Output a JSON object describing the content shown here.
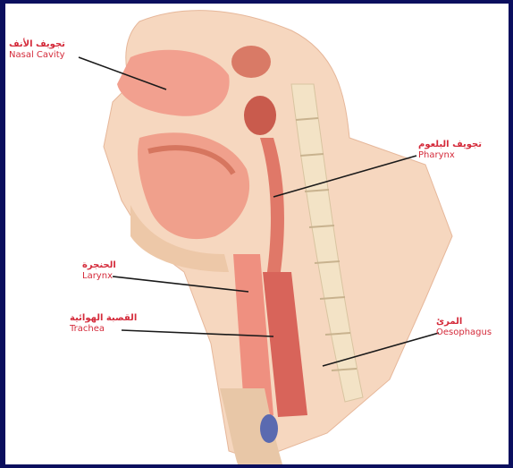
{
  "labels": {
    "nasal": {
      "ar": "تجويف الأنف",
      "en": "Nasal Cavity"
    },
    "pharynx": {
      "ar": "تجويف البلعوم",
      "en": "Pharynx"
    },
    "larynx": {
      "ar": "الحنجرة",
      "en": "Larynx"
    },
    "trachea": {
      "ar": "القصبة الهوائية",
      "en": "Trachea"
    },
    "esophagus": {
      "ar": "المرئ",
      "en": "Oesophagus"
    }
  },
  "colors": {
    "frame": "#0b0f5e",
    "label": "#d42a3a",
    "leader": "#1a1a1a"
  }
}
